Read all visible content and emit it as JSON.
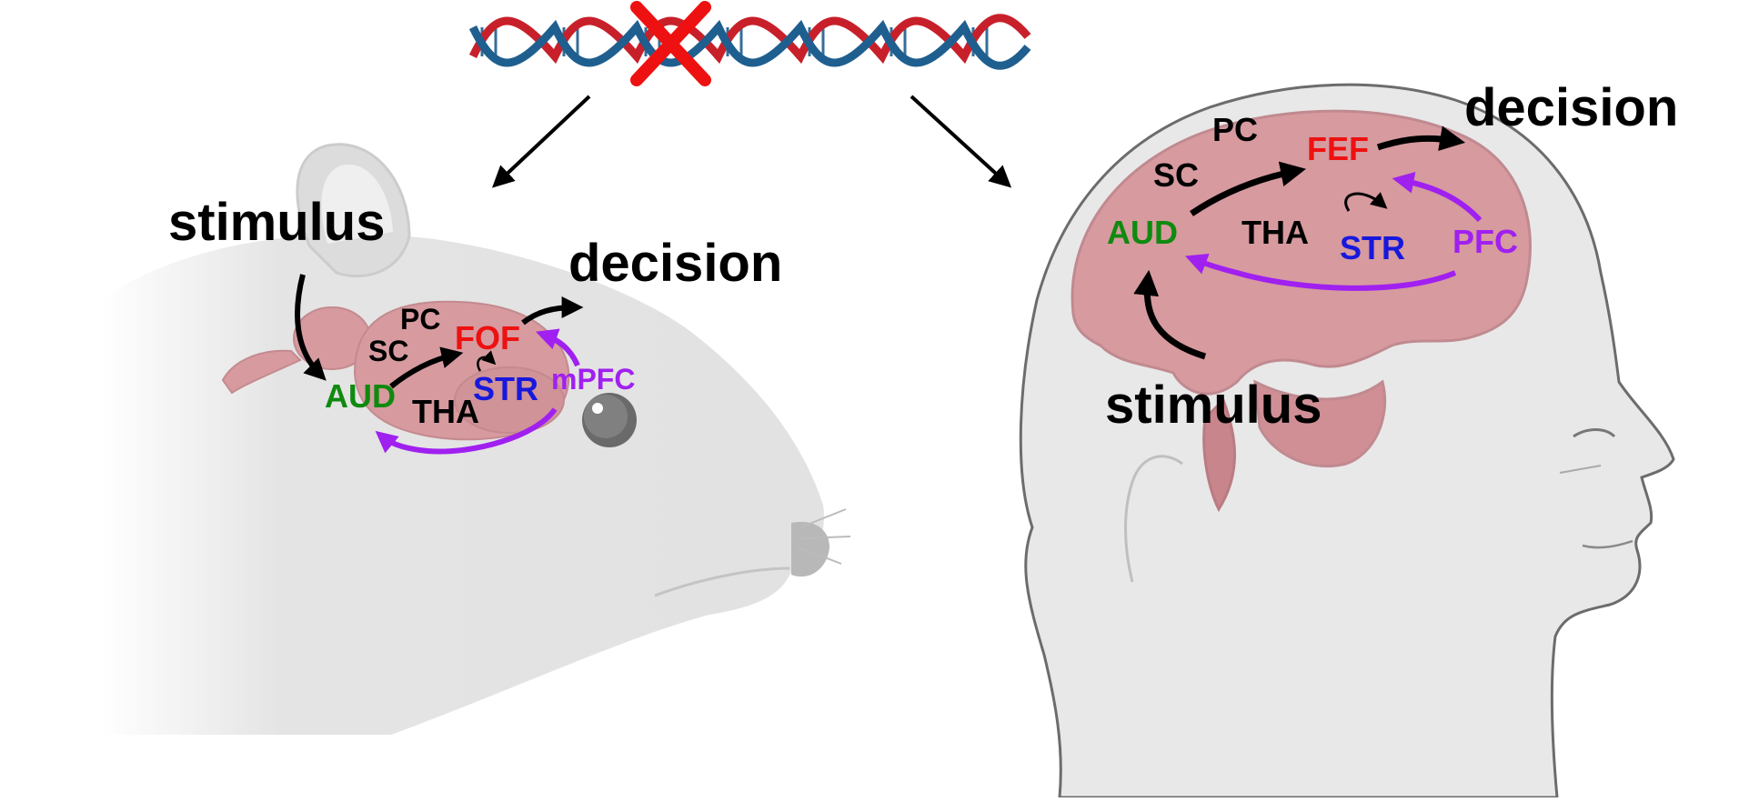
{
  "colors": {
    "red": "#ee1111",
    "green": "#0f8a0f",
    "blue": "#1818dd",
    "purple": "#a020f0",
    "black": "#000000",
    "brain": "#d69a9f",
    "skin": "#e6e6e6",
    "dna_red": "#c8202a",
    "dna_blue": "#1f5f8f"
  },
  "icons": {
    "dna": "dna-helix-icon",
    "cross": "red-x-cross-icon",
    "rat": "rat-head-illustration",
    "human": "human-head-illustration"
  },
  "rat_panel": {
    "stimulus": "stimulus",
    "decision": "decision",
    "regions": {
      "pc": "PC",
      "sc": "SC",
      "fof": "FOF",
      "aud": "AUD",
      "tha": "THA",
      "str": "STR",
      "mpfc": "mPFC"
    }
  },
  "human_panel": {
    "stimulus": "stimulus",
    "decision": "decision",
    "regions": {
      "pc": "PC",
      "sc": "SC",
      "fef": "FEF",
      "aud": "AUD",
      "tha": "THA",
      "str": "STR",
      "pfc": "PFC"
    }
  }
}
